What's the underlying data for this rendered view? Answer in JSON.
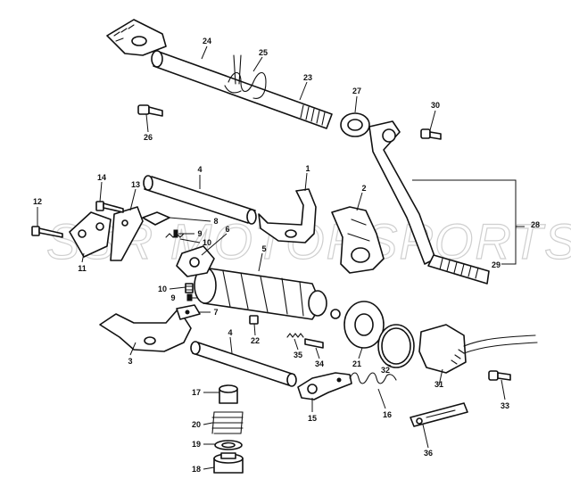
{
  "watermark": "SSR MOTORSPORTS",
  "callouts": [
    "1",
    "2",
    "3",
    "4",
    "4",
    "5",
    "6",
    "7",
    "8",
    "9",
    "9",
    "10",
    "10",
    "11",
    "12",
    "13",
    "14",
    "15",
    "16",
    "17",
    "18",
    "19",
    "20",
    "21",
    "22",
    "23",
    "24",
    "25",
    "26",
    "27",
    "28",
    "29",
    "30",
    "31",
    "32",
    "33",
    "34",
    "35",
    "36"
  ]
}
